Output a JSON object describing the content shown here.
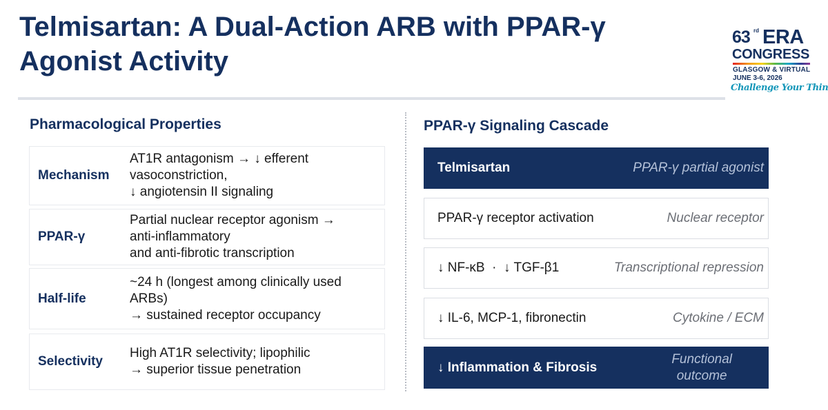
{
  "slide": {
    "title": "Telmisartan: A Dual-Action ARB with PPAR-γ Agonist Activity"
  },
  "logo": {
    "number": "63",
    "ordinal": "rd",
    "era": "ERA",
    "congress": "CONGRESS",
    "location": "GLASGOW & VIRTUAL",
    "dates": "JUNE 3-6, 2026",
    "tagline": "Challenge Your Thinking"
  },
  "pharmacology": {
    "heading": "Pharmacological Properties",
    "rows": [
      {
        "label": "Mechanism",
        "lines": [
          "AT1R antagonism → ↓ efferent",
          "vasoconstriction,",
          "↓ angiotensin II signaling"
        ]
      },
      {
        "label": "PPAR-γ",
        "lines": [
          "Partial nuclear receptor agonism →",
          "anti-inflammatory",
          "and anti-fibrotic transcription"
        ]
      },
      {
        "label": "Half-life",
        "lines": [
          "~24 h (longest among clinically used",
          "ARBs)",
          "→ sustained receptor occupancy"
        ]
      },
      {
        "label": "Selectivity",
        "lines": [
          "High AT1R selectivity; lipophilic",
          "→ superior tissue penetration"
        ]
      }
    ]
  },
  "cascade": {
    "heading": "PPAR-γ Signaling Cascade",
    "steps": [
      {
        "main": "Telmisartan",
        "sub": "PPAR-γ partial agonist",
        "style": "dark"
      },
      {
        "main": "PPAR-γ receptor activation",
        "sub": "Nuclear receptor",
        "style": "light"
      },
      {
        "main": "↓ NF-κB  ·  ↓ TGF-β1",
        "sub": "Transcriptional repression",
        "style": "light"
      },
      {
        "main": "↓ IL-6, MCP-1, fibronectin",
        "sub": "Cytokine / ECM",
        "style": "light"
      },
      {
        "main": "↓ Inflammation & Fibrosis",
        "sub_lines": [
          "Functional",
          "outcome"
        ],
        "style": "dark"
      }
    ]
  }
}
